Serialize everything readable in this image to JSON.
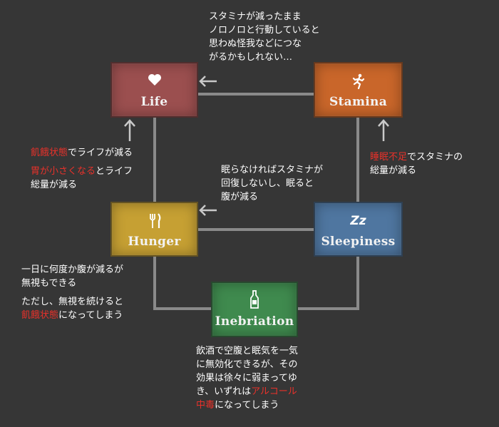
{
  "nodes": {
    "life": {
      "label": "Life",
      "icon": "heart-icon",
      "color": "#9b4f4f"
    },
    "stamina": {
      "label": "Stamina",
      "icon": "running-person-icon",
      "color": "#c9662a"
    },
    "hunger": {
      "label": "Hunger",
      "icon": "fork-knife-icon",
      "color": "#c6a033"
    },
    "sleepiness": {
      "label": "Sleepiness",
      "icon": "zz-icon",
      "icon_text": "Zz",
      "color": "#4f76a0"
    },
    "inebriation": {
      "label": "Inebriation",
      "icon": "bottle-icon",
      "color": "#3f8a4e"
    }
  },
  "notes": {
    "stamina_to_life": [
      "スタミナが減ったまま",
      "ノロノロと行動していると",
      "思わぬ怪我などにつな",
      "がるかもしれない…"
    ],
    "hunger_to_life": {
      "l1_red": "飢餓状態",
      "l1_rest": "でライフが減る",
      "l2_red": "胃が小さくなる",
      "l2_rest": "とライフ",
      "l3": "総量が減る"
    },
    "sleep_to_stamina": {
      "l1_red": "睡眠不足",
      "l1_rest": "でスタミナの",
      "l2": "総量が減る"
    },
    "sleep_to_hunger": [
      "眠らなければスタミナが",
      "回復しないし、眠ると",
      "腹が減る"
    ],
    "hunger_note": {
      "l1": "一日に何度か腹が減るが",
      "l2": "無視もできる",
      "l3": "ただし、無視を続けると",
      "l4_red": "飢餓状態",
      "l4_rest": "になってしまう"
    },
    "inebriation_note": {
      "l1": "飲酒で空腹と眠気を一気",
      "l2": "に無効化できるが、その",
      "l3": "効果は徐々に弱まってゆ",
      "l4_a": "き、いずれは",
      "l4_red": "アルコール",
      "l5_red": "中毒",
      "l5_rest": "になってしまう"
    }
  },
  "colors": {
    "background": "#363636",
    "line": "#8a8a8a",
    "highlight": "#e8312a"
  }
}
